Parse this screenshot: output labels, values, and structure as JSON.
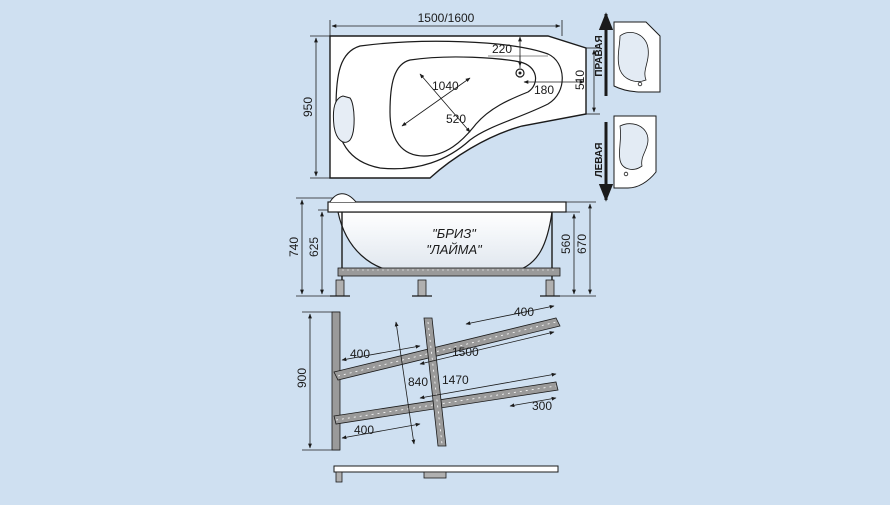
{
  "top_view": {
    "width_label": "1500/1600",
    "height_label": "950",
    "right_label": "510",
    "drain_top_label": "220",
    "drain_right_label": "180",
    "bowl_length_label": "1040",
    "bowl_width_label": "520"
  },
  "side_view": {
    "total_height_label": "740",
    "rim_height_label": "625",
    "right_inner_label": "560",
    "right_outer_label": "670",
    "model_name_1": "\"БРИЗ\"",
    "model_name_2": "\"ЛАЙМА\""
  },
  "frame_view": {
    "height_label": "900",
    "top_left_label": "400",
    "top_right_label": "400",
    "length_1_label": "1500",
    "length_2_label": "1470",
    "center_label": "840",
    "bottom_left_label": "400",
    "bottom_right_label": "300"
  },
  "variants": {
    "right_label": "ПРАВАЯ",
    "left_label": "ЛЕВАЯ"
  },
  "colors": {
    "background": "#cfe0f1",
    "line": "#1b1b1b",
    "body_fill": "#ffffff",
    "frame_fill": "#9a9a9a"
  }
}
